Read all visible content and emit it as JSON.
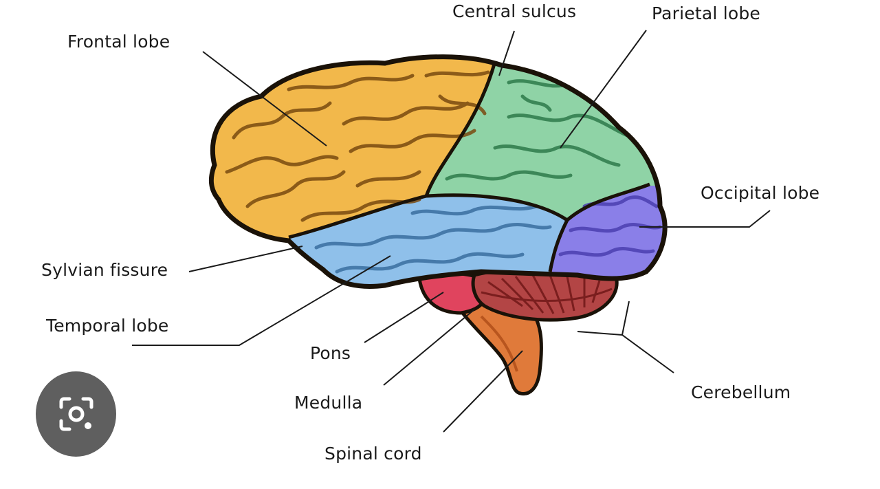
{
  "labels": {
    "central_sulcus": "Central sulcus",
    "parietal_lobe": "Parietal lobe",
    "frontal_lobe": "Frontal lobe",
    "occipital_lobe": "Occipital lobe",
    "sylvian_fissure": "Sylvian fissure",
    "temporal_lobe": "Temporal lobe",
    "pons": "Pons",
    "medulla": "Medulla",
    "cerebellum": "Cerebellum",
    "spinal_cord": "Spinal cord"
  },
  "colors": {
    "frontal": "#f2b84b",
    "parietal": "#8fd3a6",
    "temporal": "#8fc0ea",
    "occipital": "#8a7fe8",
    "cerebellum": "#b34545",
    "pons": "#e0445e",
    "brainstem": "#e07a3a",
    "outline": "#1a1208"
  },
  "lens_button": {
    "icon": "lens-camera-icon"
  }
}
